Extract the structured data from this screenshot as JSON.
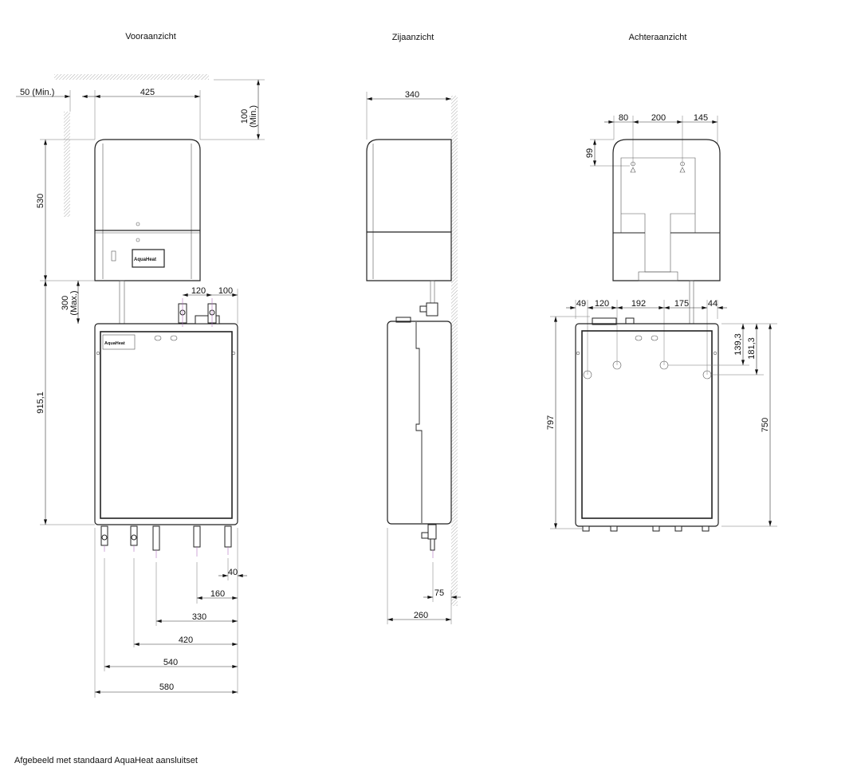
{
  "views": {
    "front": {
      "title": "Vooraanzicht"
    },
    "side": {
      "title": "Zijaanzicht"
    },
    "back": {
      "title": "Achteraanzicht"
    }
  },
  "dimensions": {
    "front": {
      "wall_clearance": "50 (Min.)",
      "width_upper": "425",
      "top_clearance": "100",
      "top_clearance_note": "(Min.)",
      "height_upper": "530",
      "pipe_length": "300",
      "pipe_length_note": "(Max.)",
      "height_lower": "915,1",
      "top_fitting_1": "120",
      "top_fitting_2": "100",
      "bottom": [
        "40",
        "160",
        "330",
        "420",
        "540",
        "580"
      ]
    },
    "side": {
      "depth_upper": "340",
      "fitting_offset": "75",
      "depth_lower": "260"
    },
    "back": {
      "hook_left": "80",
      "hook_spacing": "200",
      "hook_right": "145",
      "hook_height": "99",
      "top": [
        "49",
        "120",
        "192",
        "175",
        "44"
      ],
      "hole_1": "139,3",
      "hole_2": "181,3",
      "height_total": "797",
      "height_lower": "750"
    }
  },
  "logo": "AquaHeat",
  "footer": "Afgebeeld met standaard AquaHeat aansluitset"
}
